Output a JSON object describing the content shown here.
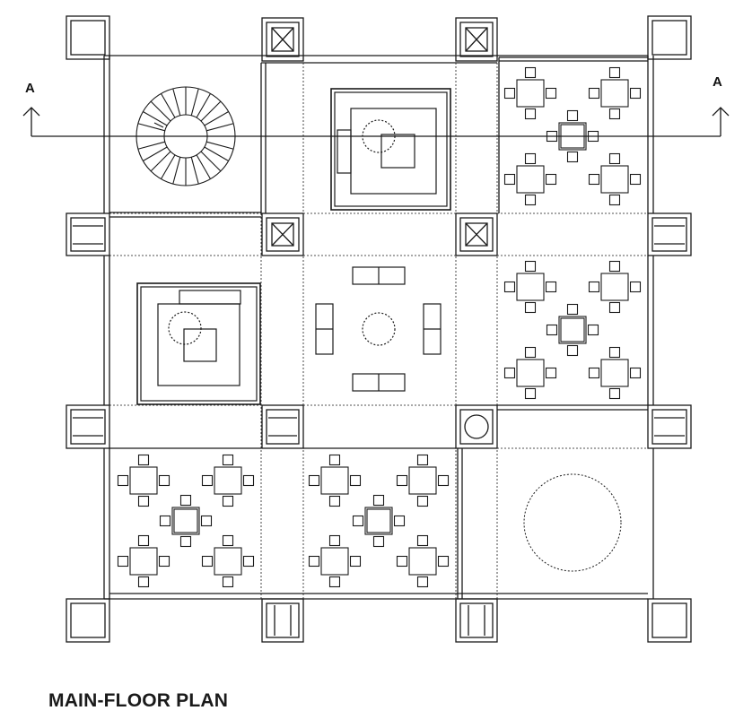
{
  "plan": {
    "title": "MAIN-FLOOR PLAN",
    "section_marker_left": "A",
    "section_marker_right": "A"
  },
  "colors": {
    "line": "#1a1a1a",
    "background": "#ffffff"
  }
}
